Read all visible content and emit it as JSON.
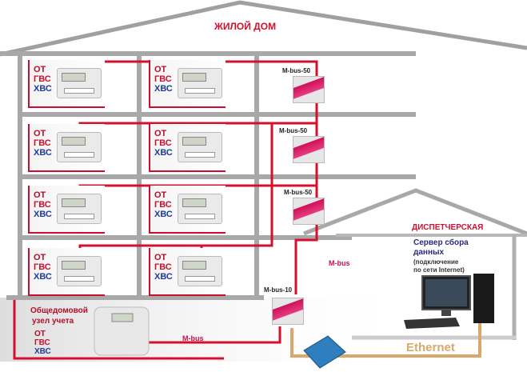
{
  "title": "ЖИЛОЙ ДОМ",
  "dispatch_title": "ДИСПЕТЧЕРСКАЯ",
  "meter_labels": {
    "ot": "ОТ",
    "gvs": "ГВС",
    "hvs": "ХВС"
  },
  "modules": [
    "M-bus-50",
    "M-bus-50",
    "M-bus-50",
    "M-bus-10"
  ],
  "bus_label": "M-bus",
  "bus_label_bottom": "M-bus",
  "common_node": {
    "line1": "Общедомовой",
    "line2": "узел учета",
    "ot": "ОТ",
    "gvs": "ГВС",
    "hvs": "ХВС"
  },
  "server": {
    "line1": "Сервер сбора",
    "line2": "данных",
    "line3": "(подключение",
    "line4": "по сети Internet)"
  },
  "ethernet_label": "Ethernet",
  "colors": {
    "house": "#a0a0a0",
    "mbus": "#d4102e",
    "ethernet": "#d9a86a",
    "title": "#d4102e",
    "server_text": "#2a2a7a",
    "hvs": "#1e3a9a"
  }
}
